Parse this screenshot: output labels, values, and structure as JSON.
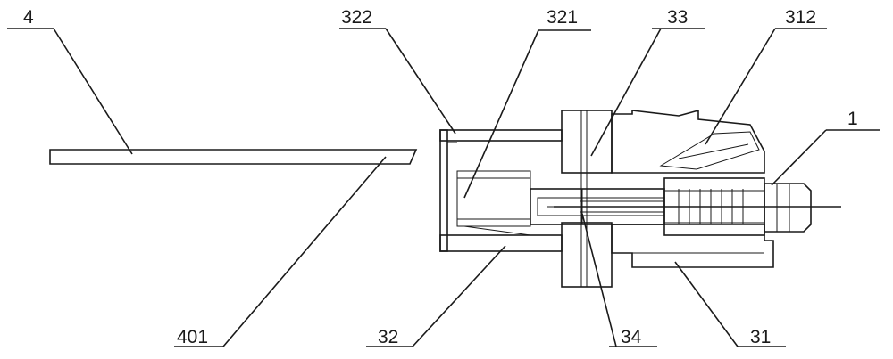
{
  "labels": {
    "l4": "4",
    "l401": "401",
    "l322": "322",
    "l321": "321",
    "l33": "33",
    "l312": "312",
    "l1": "1",
    "l32": "32",
    "l34": "34",
    "l31": "31"
  }
}
